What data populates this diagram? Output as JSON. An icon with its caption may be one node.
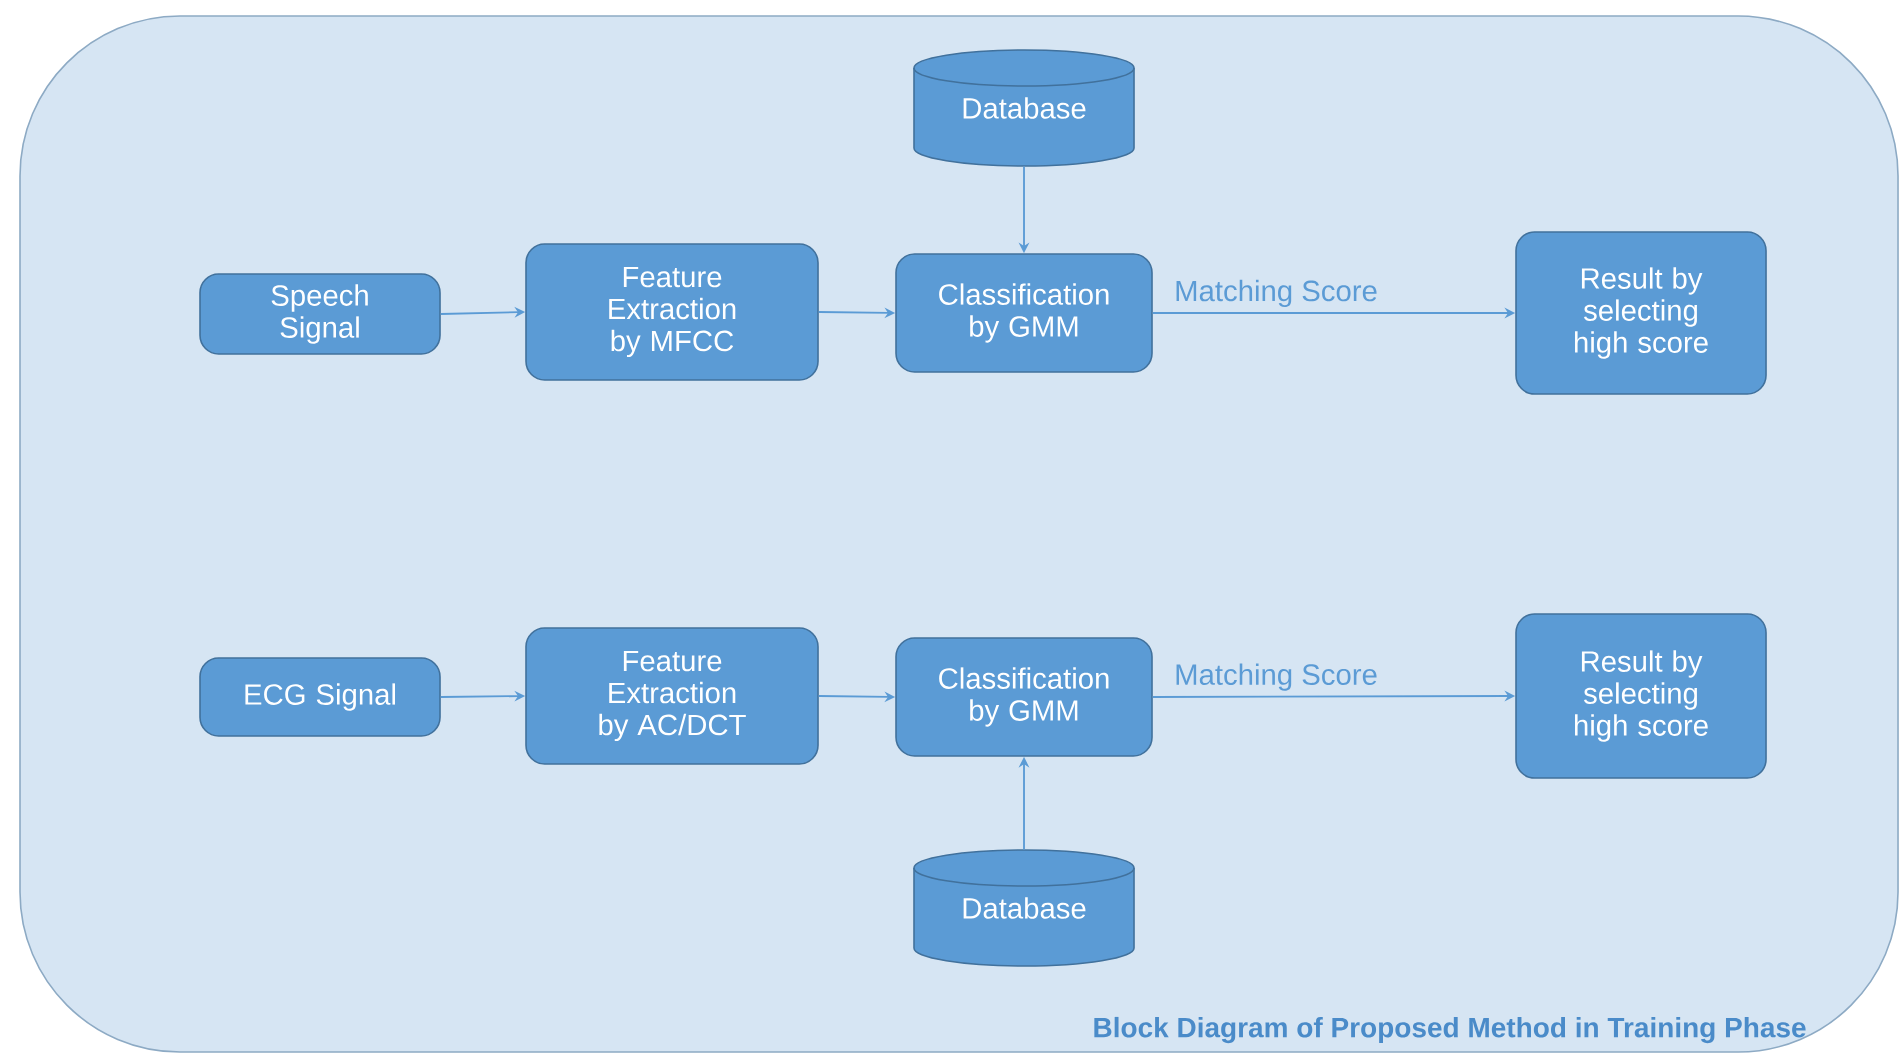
{
  "diagram": {
    "caption": "Block Diagram of Proposed Method in Training Phase",
    "nodes": [
      {
        "text": [
          "Database"
        ]
      },
      {
        "text": [
          "Speech Signal"
        ]
      },
      {
        "text": [
          "Feature Extraction by MFCC"
        ]
      },
      {
        "text": [
          "Classification by GMM"
        ]
      },
      {
        "text": [
          "Result by selecting high score"
        ]
      },
      {
        "text": [
          "ECG Signal"
        ]
      },
      {
        "text": [
          "Feature Extraction by AC/DCT"
        ]
      },
      {
        "text": [
          "Classification by GMM"
        ]
      },
      {
        "text": [
          "Result by selecting high score"
        ]
      },
      {
        "text": [
          "Database"
        ]
      }
    ],
    "edges": [
      {
        "from": 1,
        "to": 2,
        "arrow": "to"
      },
      {
        "from": 2,
        "to": 3,
        "arrow": "to"
      },
      {
        "from": 0,
        "to": 3,
        "arrow": "to"
      },
      {
        "from": 3,
        "to": 4,
        "arrow": "to",
        "label": "Matching Score"
      },
      {
        "from": 5,
        "to": 6,
        "arrow": "to"
      },
      {
        "from": 6,
        "to": 7,
        "arrow": "to"
      },
      {
        "from": 9,
        "to": 7,
        "arrow": "to"
      },
      {
        "from": 7,
        "to": 8,
        "arrow": "to",
        "label": "Matching Score"
      }
    ]
  }
}
